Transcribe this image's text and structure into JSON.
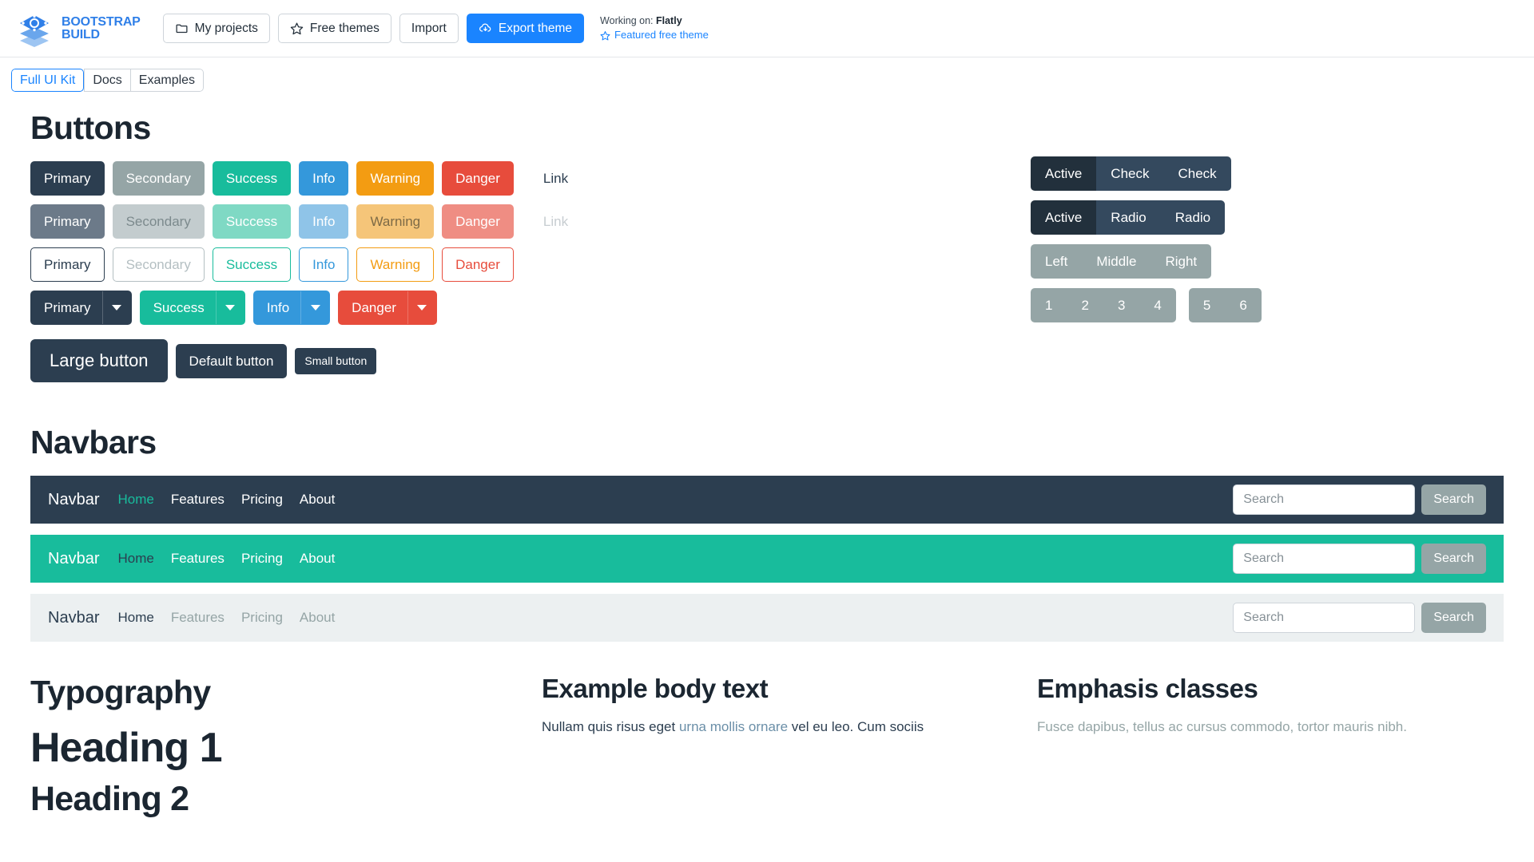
{
  "brand": {
    "name_line1": "BOOTSTRAP",
    "name_line2": "BUILD",
    "logo_color": "#2f7fe8"
  },
  "toolbar": {
    "my_projects": "My projects",
    "free_themes": "Free themes",
    "import": "Import",
    "export_theme": "Export theme",
    "working_label": "Working on:",
    "working_theme": "Flatly",
    "featured_link": "Featured free theme",
    "accent": "#1a84ff"
  },
  "tabs": [
    {
      "label": "Full UI Kit",
      "active": true
    },
    {
      "label": "Docs",
      "active": false
    },
    {
      "label": "Examples",
      "active": false
    }
  ],
  "sections": {
    "buttons_title": "Buttons",
    "navbars_title": "Navbars",
    "typography_title": "Typography"
  },
  "palette": {
    "primary": "#2c3e50",
    "secondary": "#95a5a6",
    "success": "#18bc9c",
    "info": "#3498db",
    "warning": "#f39c12",
    "danger": "#e74c3c",
    "primary_disabled": "#6c7a89",
    "secondary_disabled": "#c3ccce",
    "success_disabled": "#7fd9c4",
    "info_disabled": "#8fc4e8",
    "warning_disabled": "#f5c579",
    "danger_disabled": "#ef8d83",
    "group_active": "#22303c",
    "group_radio": "#34495e",
    "link": "#2c3e50",
    "link_disabled": "#c7cdd1"
  },
  "buttons": {
    "solid_row": [
      {
        "label": "Primary",
        "color": "#2c3e50"
      },
      {
        "label": "Secondary",
        "color": "#95a5a6"
      },
      {
        "label": "Success",
        "color": "#18bc9c"
      },
      {
        "label": "Info",
        "color": "#3498db"
      },
      {
        "label": "Warning",
        "color": "#f39c12"
      },
      {
        "label": "Danger",
        "color": "#e74c3c"
      }
    ],
    "solid_link": "Link",
    "disabled_row": [
      {
        "label": "Primary",
        "color": "#6c7a89"
      },
      {
        "label": "Secondary",
        "color": "#c3ccce",
        "text": "#7c8a8d"
      },
      {
        "label": "Success",
        "color": "#7fd9c4"
      },
      {
        "label": "Info",
        "color": "#8fc4e8"
      },
      {
        "label": "Warning",
        "color": "#f5c579",
        "text": "#7d6a46"
      },
      {
        "label": "Danger",
        "color": "#ef8d83"
      }
    ],
    "disabled_link": "Link",
    "outline_row": [
      {
        "label": "Primary",
        "color": "#2c3e50"
      },
      {
        "label": "Secondary",
        "color": "#b4bfc2"
      },
      {
        "label": "Success",
        "color": "#18bc9c"
      },
      {
        "label": "Info",
        "color": "#3498db"
      },
      {
        "label": "Warning",
        "color": "#f39c12"
      },
      {
        "label": "Danger",
        "color": "#e74c3c"
      }
    ],
    "dropdown_row": [
      {
        "label": "Primary",
        "color": "#2c3e50"
      },
      {
        "label": "Success",
        "color": "#18bc9c"
      },
      {
        "label": "Info",
        "color": "#3498db"
      },
      {
        "label": "Danger",
        "color": "#e74c3c"
      }
    ],
    "size_row": [
      {
        "label": "Large button",
        "size": "lg"
      },
      {
        "label": "Default button",
        "size": "md"
      },
      {
        "label": "Small button",
        "size": "sm"
      }
    ]
  },
  "button_groups": {
    "checks": [
      {
        "label": "Active",
        "active": true
      },
      {
        "label": "Check",
        "active": false
      },
      {
        "label": "Check",
        "active": false
      }
    ],
    "radios": [
      {
        "label": "Active",
        "active": true
      },
      {
        "label": "Radio",
        "active": false
      },
      {
        "label": "Radio",
        "active": false
      }
    ],
    "positions": [
      {
        "label": "Left"
      },
      {
        "label": "Middle"
      },
      {
        "label": "Right"
      }
    ],
    "numbers_a": [
      "1",
      "2",
      "3",
      "4"
    ],
    "numbers_b": [
      "5",
      "6"
    ]
  },
  "navbars": [
    {
      "variant": "dark",
      "bg": "#2c3e50",
      "brand": "Navbar",
      "brand_color": "#ffffff",
      "links": [
        {
          "label": "Home",
          "color": "#18bc9c"
        },
        {
          "label": "Features",
          "color": "#ffffff"
        },
        {
          "label": "Pricing",
          "color": "#ffffff"
        },
        {
          "label": "About",
          "color": "#ffffff"
        }
      ],
      "search_placeholder": "Search",
      "search_button": "Search"
    },
    {
      "variant": "success",
      "bg": "#18bc9c",
      "brand": "Navbar",
      "brand_color": "#ffffff",
      "links": [
        {
          "label": "Home",
          "color": "#2c3e50"
        },
        {
          "label": "Features",
          "color": "#ffffff"
        },
        {
          "label": "Pricing",
          "color": "#ffffff"
        },
        {
          "label": "About",
          "color": "#ffffff"
        }
      ],
      "search_placeholder": "Search",
      "search_button": "Search"
    },
    {
      "variant": "light",
      "bg": "#ecf0f1",
      "brand": "Navbar",
      "brand_color": "#2c3e50",
      "links": [
        {
          "label": "Home",
          "color": "#2c3e50"
        },
        {
          "label": "Features",
          "color": "#95a5a6"
        },
        {
          "label": "Pricing",
          "color": "#95a5a6"
        },
        {
          "label": "About",
          "color": "#95a5a6"
        }
      ],
      "search_placeholder": "Search",
      "search_button": "Search"
    }
  ],
  "typography": {
    "heading1": "Heading 1",
    "heading2": "Heading 2",
    "body_title": "Example body text",
    "body_text_1": "Nullam quis risus eget ",
    "body_link": "urna mollis ornare",
    "body_text_2": " vel eu leo. Cum sociis",
    "emphasis_title": "Emphasis classes",
    "emphasis_text": "Fusce dapibus, tellus ac cursus commodo, tortor mauris nibh."
  }
}
